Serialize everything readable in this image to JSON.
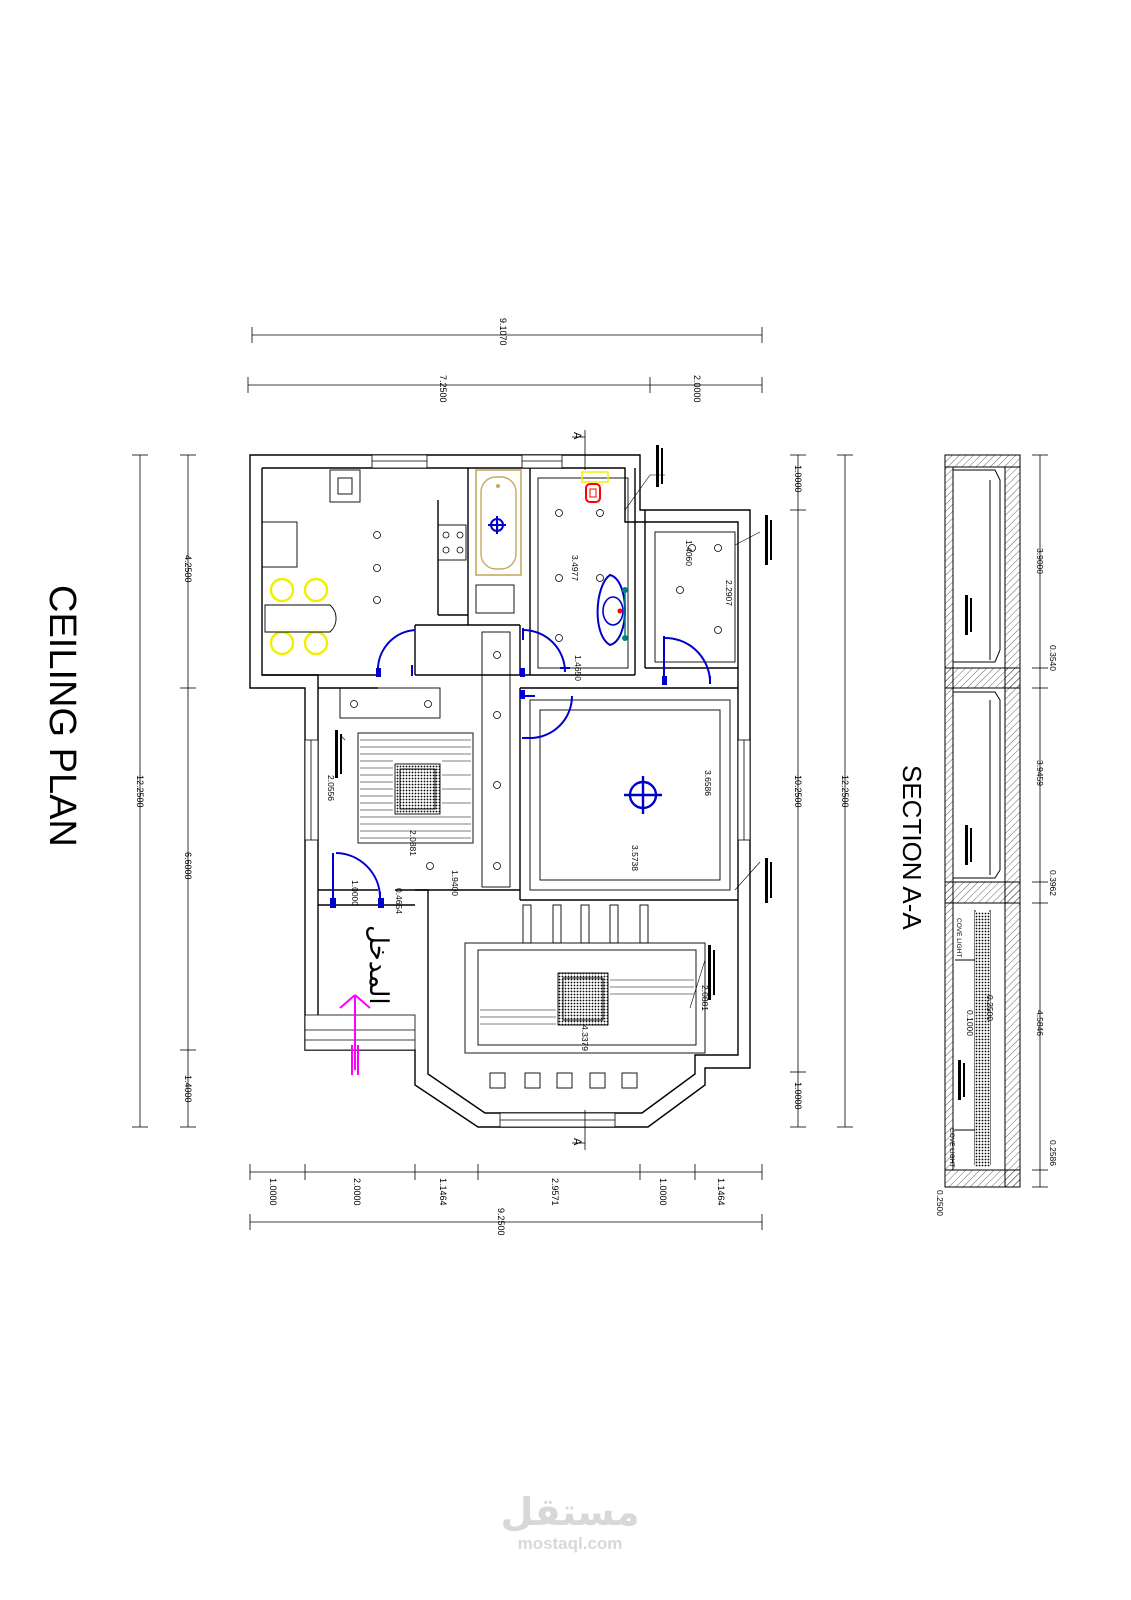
{
  "titles": {
    "ceiling_plan": "CEILING PLAN",
    "section": "SECTION A-A",
    "entrance_label": "المدخل",
    "section_marker": "A"
  },
  "dimensions": {
    "top_overall": "9.1070",
    "top_left": "7.2500",
    "top_right": "2.0000",
    "left_outer": "12.2500",
    "left_top": "4.2500",
    "left_mid": "6.6000",
    "left_bottom": "1.4000",
    "right_inner": "10.2500",
    "right_top": "1.0000",
    "right_bottom": "1.0000",
    "right_outer": "12.2500",
    "bottom_segments": [
      "1.0000",
      "2.0000",
      "1.1464",
      "2.9571",
      "1.0000",
      "1.1464"
    ],
    "bottom_overall": "9.2500",
    "interior": [
      "3.4977",
      "1.4060",
      "2.2907",
      "1.4650",
      "3.6586",
      "2.0556",
      "2.0881",
      "3.5738",
      "1.9400",
      "1.0000",
      "0.4654",
      "4.3379",
      "2.0881"
    ],
    "section": [
      "3.9000",
      "0.3540",
      "3.9459",
      "0.3962",
      "4.5846",
      "0.2586",
      "0.2500",
      "0.2500",
      "0.1000"
    ]
  },
  "section_labels": [
    "COVE LIGHT",
    "COVE LIGHT"
  ],
  "watermark": {
    "logo": "مستقل",
    "site": "mostaql.com"
  },
  "colors": {
    "ink": "#000000",
    "door": "#0000cc",
    "furniture": "#f0f000",
    "bathtub": "#c8a860",
    "entrance_arrow": "#ff00ff",
    "toilet": "#ff0000",
    "basin": "#008080",
    "watermark": "#d8d8d8"
  }
}
